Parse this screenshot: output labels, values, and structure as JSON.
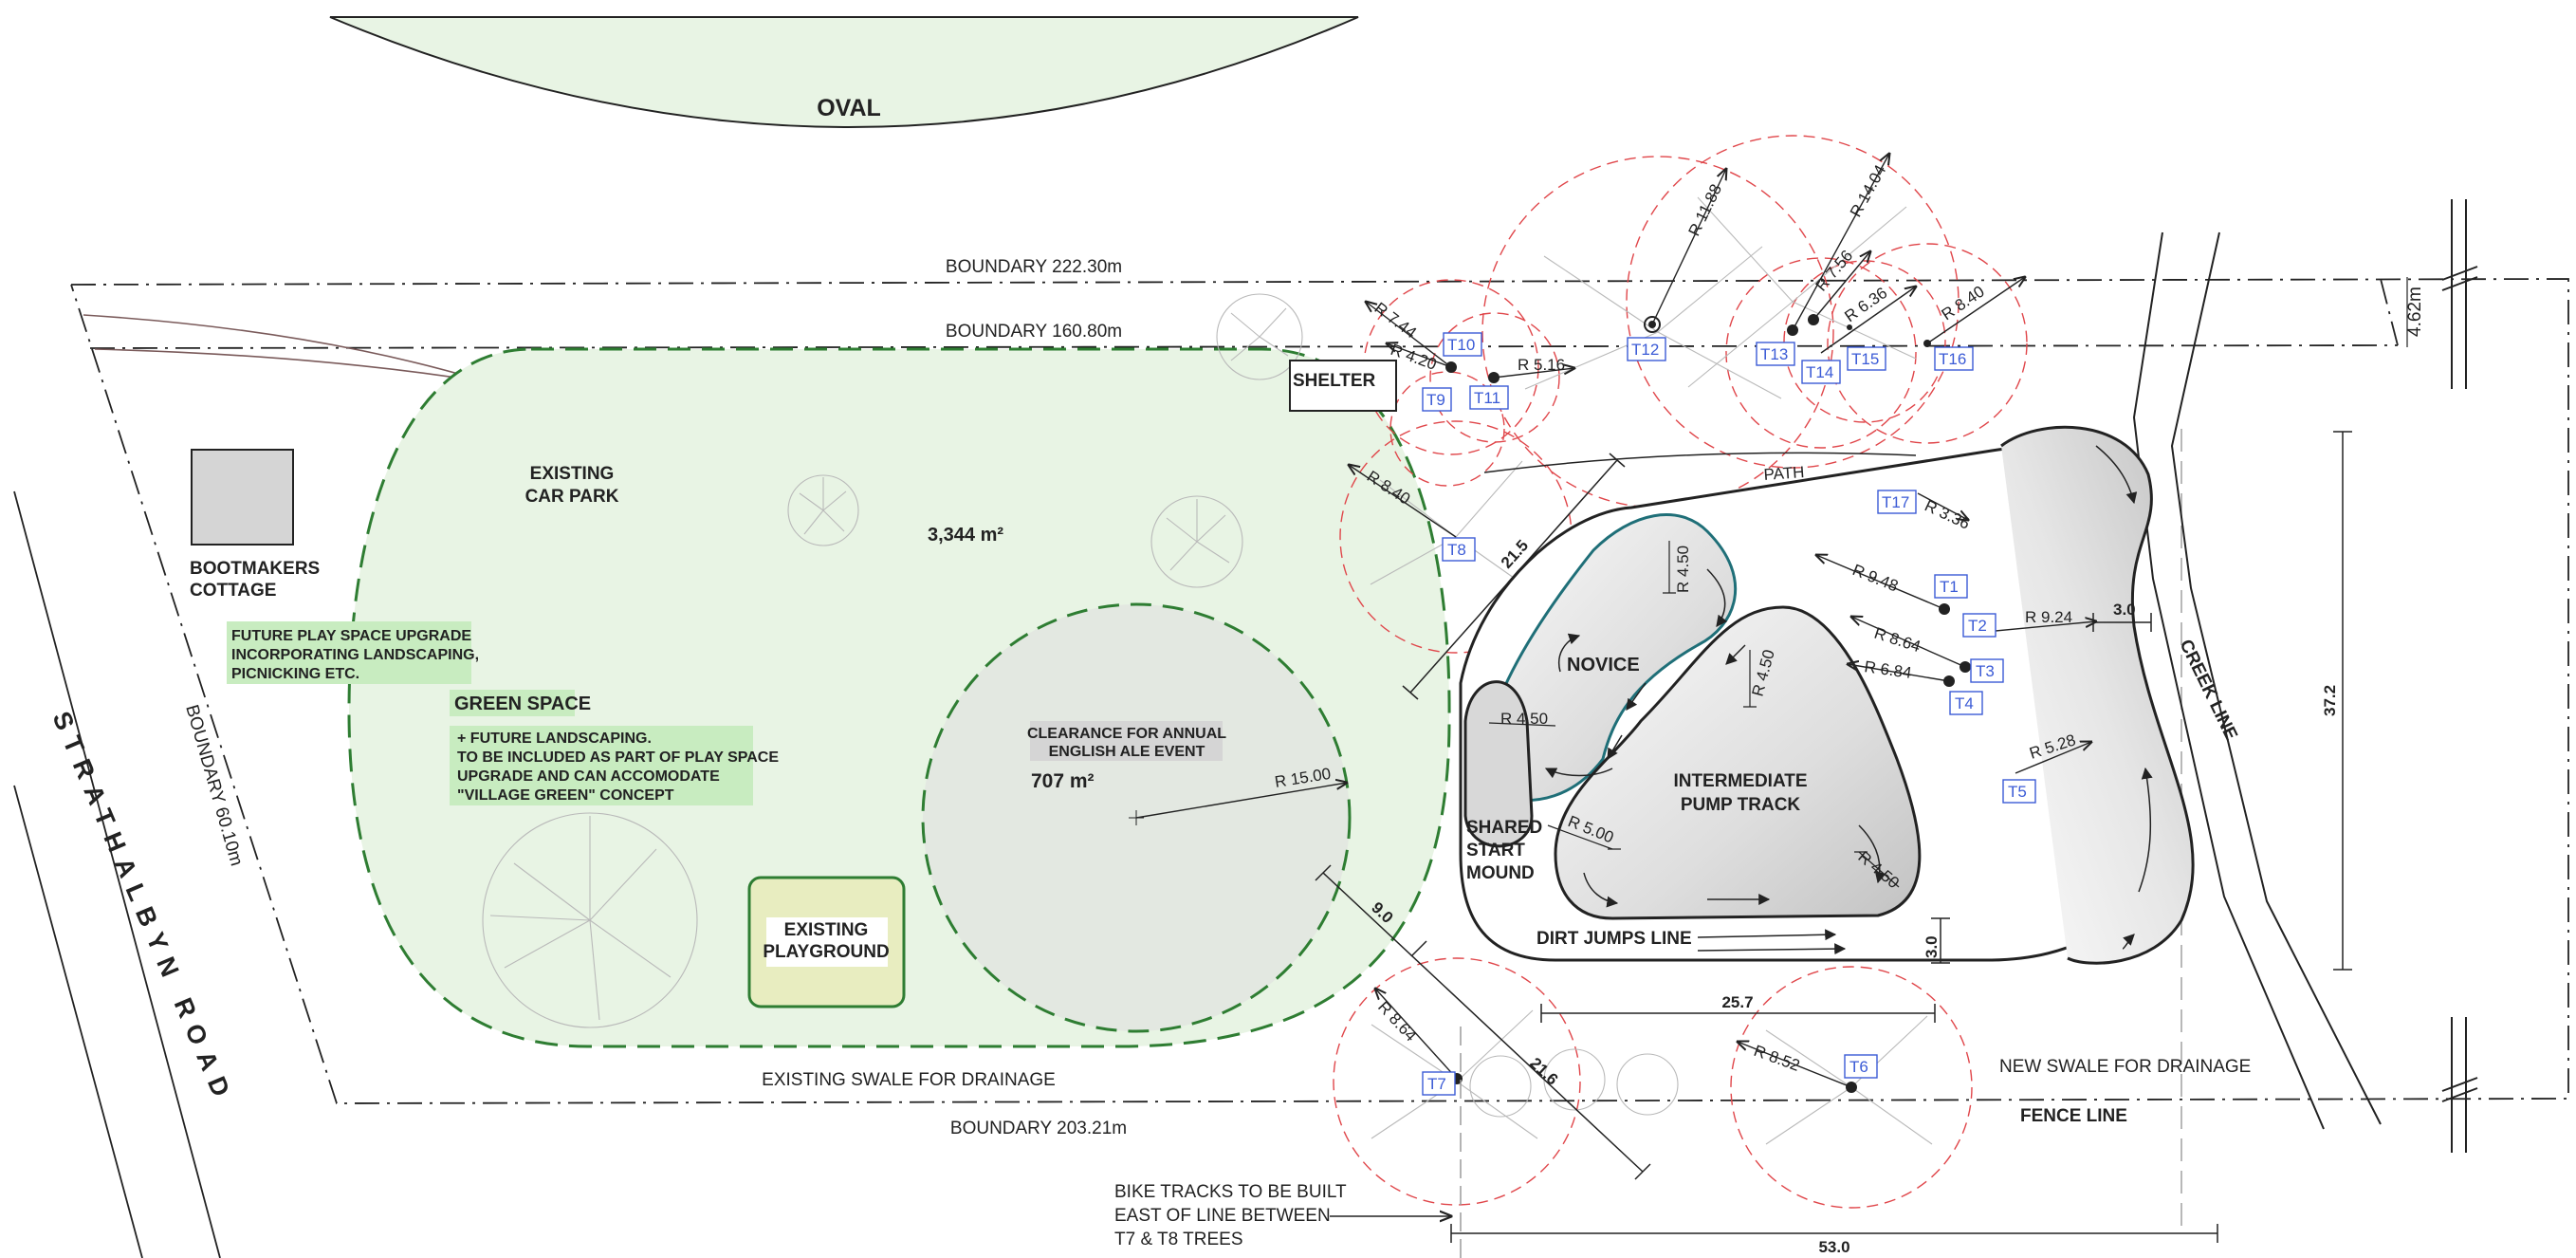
{
  "labels": {
    "oval": "OVAL",
    "boundary_top": "BOUNDARY 222.30m",
    "boundary_inner": "BOUNDARY 160.80m",
    "boundary_left": "BOUNDARY 60.10m",
    "boundary_bottom": "BOUNDARY 203.21m",
    "right_offset": "4.62m",
    "road": "STRATHALBYN ROAD",
    "cottage_line1": "BOOTMAKERS",
    "cottage_line2": "COTTAGE",
    "car_park_line1": "EXISTING",
    "car_park_line2": "CAR PARK",
    "green_area": "3,344 m²",
    "future_play_line1": "FUTURE PLAY SPACE UPGRADE",
    "future_play_line2": "INCORPORATING LANDSCAPING,",
    "future_play_line3": "PICNICKING ETC.",
    "green_space_title": "GREEN SPACE",
    "green_space_line1": "+ FUTURE LANDSCAPING.",
    "green_space_line2": "TO BE INCLUDED AS PART OF PLAY SPACE",
    "green_space_line3": "UPGRADE AND CAN ACCOMODATE",
    "green_space_line4": "\"VILLAGE GREEN\" CONCEPT",
    "clearance_line1": "CLEARANCE FOR ANNUAL",
    "clearance_line2": "ENGLISH ALE EVENT",
    "clearance_area": "707 m²",
    "clearance_radius": "R 15.00",
    "playground_line1": "EXISTING",
    "playground_line2": "PLAYGROUND",
    "existing_swale": "EXISTING SWALE FOR DRAINAGE",
    "new_swale": "NEW SWALE FOR DRAINAGE",
    "fence_line": "FENCE LINE",
    "creek_line": "CREEK LINE",
    "shelter": "SHELTER",
    "path": "PATH",
    "novice": "NOVICE",
    "pump_line1": "INTERMEDIATE",
    "pump_line2": "PUMP TRACK",
    "start_line1": "SHARED",
    "start_line2": "START",
    "start_line3": "MOUND",
    "dirt_jumps": "DIRT JUMPS LINE",
    "bike_note_line1": "BIKE TRACKS TO BE BUILT",
    "bike_note_line2": "EAST OF LINE BETWEEN",
    "bike_note_line3": "T7 & T8 TREES"
  },
  "dimensions": {
    "d215": "21.5",
    "d90": "9.0",
    "d216": "21.6",
    "d257": "25.7",
    "d530": "53.0",
    "d372": "37.2",
    "d30a": "3.0",
    "d30b": "3.0",
    "r450a": "R 4.50",
    "r450b": "R 4.50",
    "r450c": "R 4.50",
    "r450d": "R 4.50",
    "r500": "R 5.00"
  },
  "trees": [
    {
      "id": "T1",
      "radius": "R 9.48"
    },
    {
      "id": "T2",
      "radius": "R 9.24"
    },
    {
      "id": "T3",
      "radius": "R 8.64"
    },
    {
      "id": "T4",
      "radius": "R 6.84"
    },
    {
      "id": "T5",
      "radius": "R 5.28"
    },
    {
      "id": "T6",
      "radius": "R 8.52"
    },
    {
      "id": "T7",
      "radius": "R 8.64"
    },
    {
      "id": "T8",
      "radius": "R 8.40"
    },
    {
      "id": "T9",
      "radius": "R 4.20"
    },
    {
      "id": "T10",
      "radius": "R 7.44"
    },
    {
      "id": "T11",
      "radius": "R 5.16"
    },
    {
      "id": "T12",
      "radius": "R 11.88"
    },
    {
      "id": "T13",
      "radius": "R 14.04"
    },
    {
      "id": "T14",
      "radius": "R 7.56"
    },
    {
      "id": "T15",
      "radius": "R 6.36"
    },
    {
      "id": "T16",
      "radius": "R 8.40"
    },
    {
      "id": "T17",
      "radius": "R 3.36"
    }
  ],
  "colors": {
    "green_fill": "#e8f4e4",
    "green_dash": "#2e7d32",
    "note_highlight": "#c8ecc0",
    "clearance_fill": "#e3e8e1",
    "playground_fill": "#e8edc0",
    "tree_dash": "#e0464a",
    "tree_tag": "#3b5bd6",
    "novice_track": "#1f6f78"
  }
}
